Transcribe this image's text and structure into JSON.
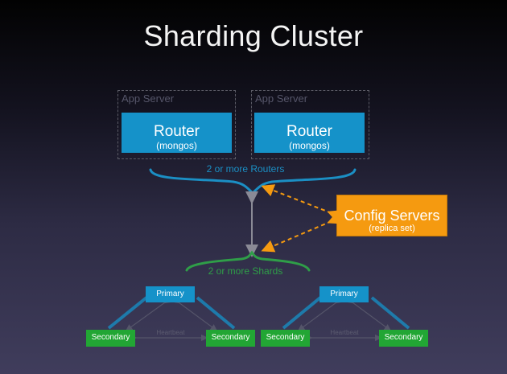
{
  "title": "Sharding Cluster",
  "app_servers": [
    {
      "label": "App Server",
      "router": {
        "label": "Router",
        "sub": "(mongos)"
      }
    },
    {
      "label": "App Server",
      "router": {
        "label": "Router",
        "sub": "(mongos)"
      }
    }
  ],
  "routers_caption": "2 or more Routers",
  "config": {
    "label": "Config Servers",
    "sub": "(replica set)"
  },
  "shards_caption": "2 or more Shards",
  "shards": [
    {
      "primary": "Primary",
      "secondaries": [
        "Secondary",
        "Secondary"
      ],
      "heartbeat": "Heartbeat"
    },
    {
      "primary": "Primary",
      "secondaries": [
        "Secondary",
        "Secondary"
      ],
      "heartbeat": "Heartbeat"
    }
  ],
  "colors": {
    "router": "#1592c9",
    "config": "#f59a10",
    "secondary": "#22a634",
    "brace_routers": "#1b8fc4",
    "brace_shards": "#2f9e48",
    "config_arrow": "#f59a10",
    "connector": "#8a8a96"
  }
}
